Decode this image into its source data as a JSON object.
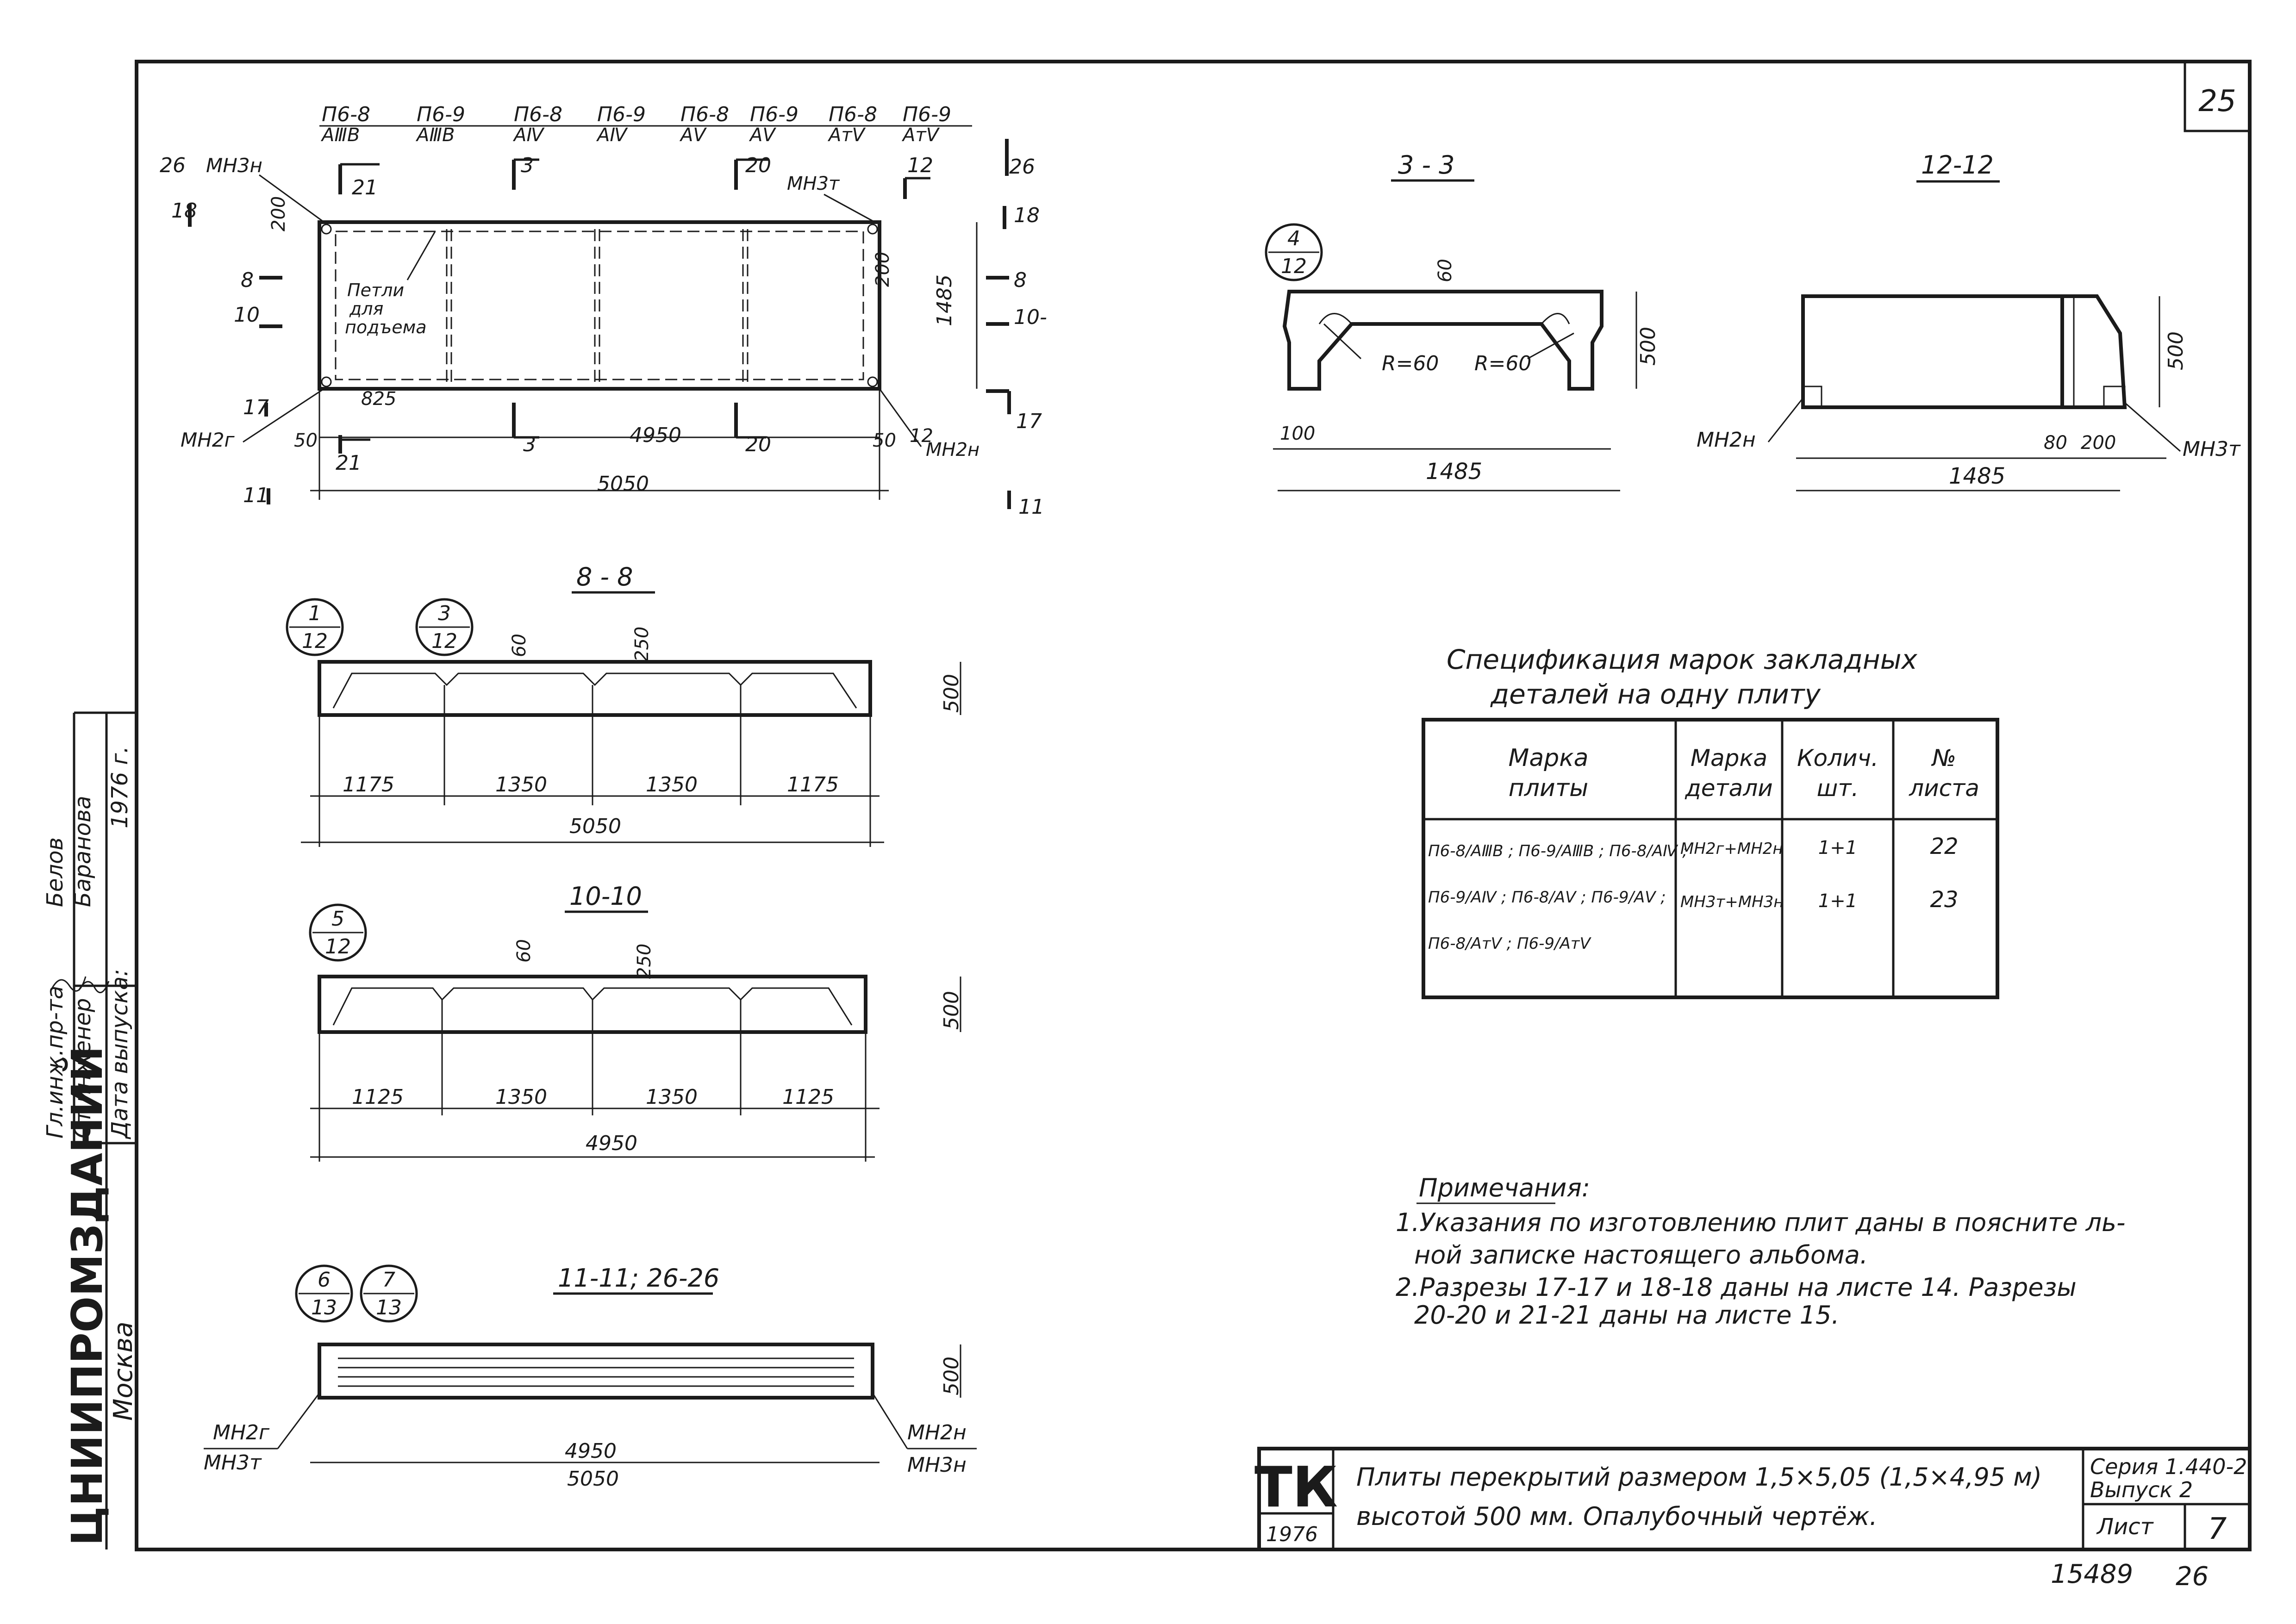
{
  "page_number": "25",
  "stamp_label_1": "15489",
  "stamp_label_2": "26",
  "plan": {
    "title_line1": [
      "П6-8",
      "П6-9",
      "П6-8",
      "П6-9",
      "П6-8",
      "П6-9",
      "П6-8",
      "П6-9"
    ],
    "title_line2": [
      "АⅢВ",
      "АⅢВ",
      "АⅣ",
      "АⅣ",
      "АⅤ",
      "АⅤ",
      "АтⅤ",
      "АтⅤ"
    ],
    "note_loops": [
      "Петли",
      "для",
      "подъема"
    ],
    "dims": {
      "left_top": "200",
      "left_bottom": "825",
      "inner_span": "4950",
      "total": "5050",
      "right_height": "1485",
      "right_top": "200",
      "gap_left": "50",
      "gap_right": "50"
    },
    "section_marks": {
      "s26a": "26",
      "s18a": "18",
      "s8a": "8",
      "s10a": "10",
      "s17a": "17",
      "s11a": "11",
      "s21a": "21",
      "s3a": "3",
      "s20a": "20",
      "s12a": "12",
      "s26b": "26",
      "s18b": "18",
      "s8b": "8",
      "s10b": "10-",
      "s17b": "17",
      "s11b": "11",
      "s21b": "21",
      "s3b": "3",
      "s20b": "20",
      "s12b": "12"
    },
    "parts": {
      "mn3n": "МН3н",
      "mn3t": "МН3т",
      "mn2g": "МН2г",
      "mn2n": "МН2н"
    }
  },
  "section_3_3": {
    "title": "3 - 3",
    "callout_top": "4",
    "callout_bottom": "12",
    "dims": {
      "top": "60",
      "height": "500",
      "edge": "100",
      "width": "1485"
    },
    "radius_labels": [
      "R=60",
      "R=60"
    ]
  },
  "section_12_12": {
    "title": "12-12",
    "dims": {
      "height": "500",
      "a": "80",
      "b": "200",
      "width": "1485"
    },
    "parts": {
      "left": "МН2н",
      "right": "МН3т"
    }
  },
  "section_8_8": {
    "title": "8 - 8",
    "callouts": [
      {
        "top": "1",
        "bottom": "12"
      },
      {
        "top": "3",
        "bottom": "12"
      }
    ],
    "dims": {
      "rib": "60",
      "rib2": "250",
      "height": "500",
      "spans": [
        "1175",
        "1350",
        "1350",
        "1175"
      ],
      "total": "5050"
    }
  },
  "section_10_10": {
    "title": "10-10",
    "callout_top": "5",
    "callout_bottom": "12",
    "dims": {
      "rib": "60",
      "rib2": "250",
      "height": "500",
      "spans": [
        "1125",
        "1350",
        "1350",
        "1125"
      ],
      "total": "4950"
    }
  },
  "section_11_11": {
    "title": "11-11; 26-26",
    "callouts": [
      {
        "top": "6",
        "bottom": "13"
      },
      {
        "top": "7",
        "bottom": "13"
      }
    ],
    "dims": {
      "height": "500",
      "inner": "4950",
      "total": "5050"
    },
    "parts": {
      "left_top": "МН2г",
      "left_bottom": "МН3т",
      "right_top": "МН2н",
      "right_bottom": "МН3н"
    }
  },
  "spec": {
    "title_line1": "Спецификация марок закладных",
    "title_line2": "деталей на одну плиту",
    "headers": [
      [
        "Марка",
        "плиты"
      ],
      [
        "Марка",
        "детали"
      ],
      [
        "Колич.",
        "шт."
      ],
      [
        "№",
        "листа"
      ]
    ],
    "plate_lines": [
      "П6-8/АⅢВ ; П6-9/АⅢВ ; П6-8/АⅣ ;",
      "П6-9/АⅣ ; П6-8/АⅤ ; П6-9/АⅤ ;",
      "П6-8/АтⅤ ; П6-9/АтⅤ"
    ],
    "rows": [
      {
        "detail": "МН2г+МН2н",
        "qty": "1+1",
        "sheet": "22"
      },
      {
        "detail": "МН3т+МН3н",
        "qty": "1+1",
        "sheet": "23"
      }
    ]
  },
  "notes": {
    "heading": "Примечания:",
    "lines": [
      "1.Указания по изготовлению плит даны в поясните ль-",
      "ной записке настоящего альбома.",
      "2.Разрезы 17-17 и 18-18 даны на листе 14. Разрезы",
      "20-20 и 21-21 даны на листе 15."
    ]
  },
  "side_block": {
    "org": "ЦНИИПРОМЗДАНИЙ",
    "city": "Москва",
    "rows": [
      {
        "role": "Гл.инж.пр-та",
        "sign": "",
        "name": "Белов"
      },
      {
        "role": "Ст.инженер",
        "sign": "",
        "name": "Баранова"
      },
      {
        "role": "Дата выпуска:",
        "sign": "",
        "name": "1976 г."
      }
    ]
  },
  "title_block": {
    "code": "ТК",
    "year": "1976",
    "line1": "Плиты перекрытий размером 1,5×5,05 (1,5×4,95 м)",
    "line2": "высотой 500 мм. Опалубочный чертёж.",
    "series": "Серия 1.440-2",
    "issue": "Выпуск 2",
    "sheet_label": "Лист",
    "sheet_no": "7"
  }
}
